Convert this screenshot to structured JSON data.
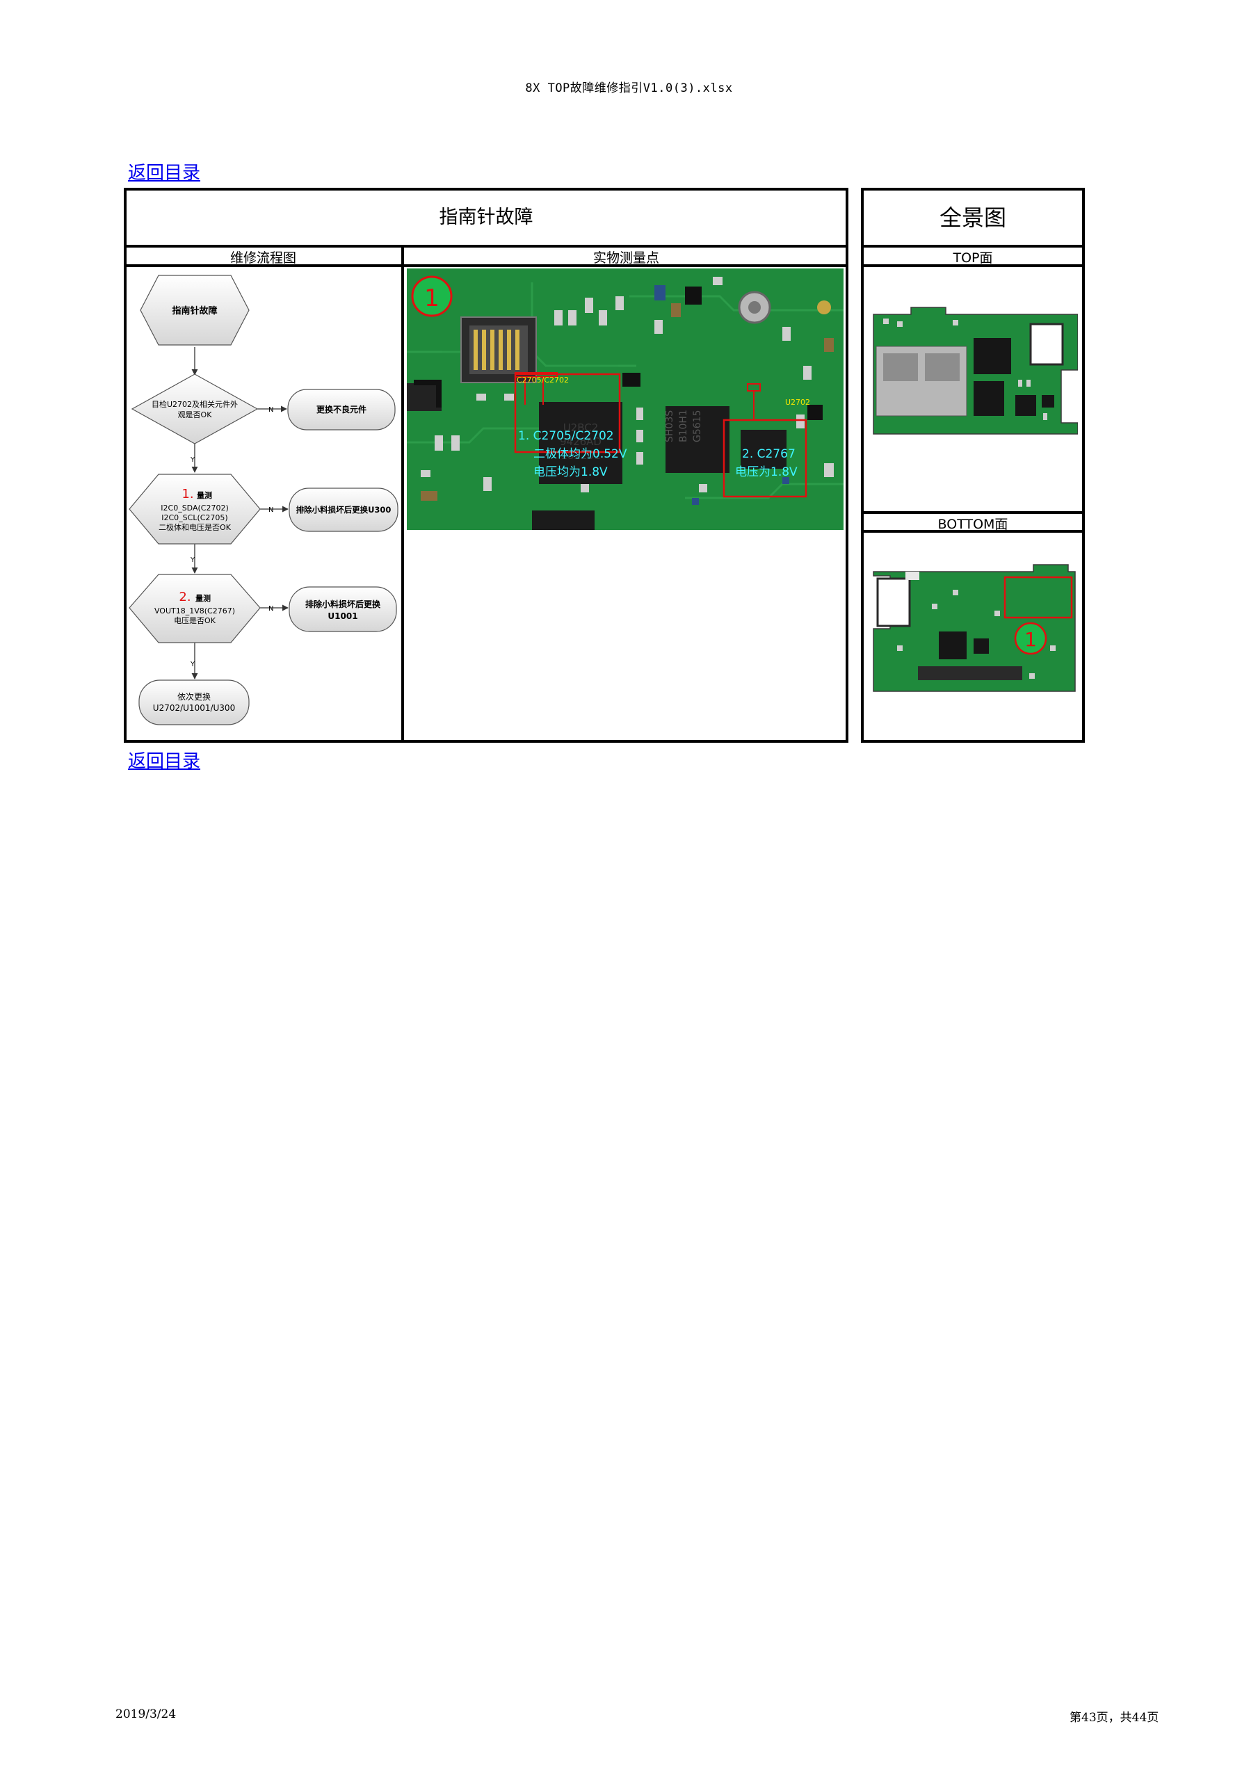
{
  "header": {
    "filename": "8X TOP故障维修指引V1.0(3).xlsx"
  },
  "nav": {
    "back_label": "返回目录"
  },
  "table": {
    "main_title": "指南针故障",
    "panorama_title": "全景图",
    "col_flow": "维修流程图",
    "col_measure": "实物测量点",
    "top_label": "TOP面",
    "bottom_label": "BOTTOM面"
  },
  "flowchart": {
    "start": "指南针故障",
    "step1": [
      "目检U2702及相关元件外",
      "观是否OK"
    ],
    "action1": "更换不良元件",
    "step2_num": "1.",
    "step2_head": "量测",
    "step2": [
      "I2C0_SDA(C2702)",
      "I2C0_SCL(C2705)",
      "二极体和电压是否OK"
    ],
    "action2": "排除小料损坏后更换U300",
    "step3_num": "2.",
    "step3_head": "量测",
    "step3": [
      "VOUT18_1V8(C2767)",
      "电压是否OK"
    ],
    "action3": [
      "排除小料损坏后更换",
      "U1001"
    ],
    "end": [
      "依次更换",
      "U2702/U1001/U300"
    ],
    "no_label": "N",
    "yes_label": "Y"
  },
  "photo": {
    "marker": "1",
    "top_tag": "C2705/C2702",
    "u_tag": "U2702",
    "box1": [
      "1. C2705/C2702",
      "二极体均为0.52V",
      "电压均为1.8V"
    ],
    "box2": [
      "2. C2767",
      "电压为1.8V"
    ],
    "chip_text": [
      "SH03S",
      "B10H1",
      "G5615"
    ],
    "chip_text2": [
      "U2BC2",
      "9426AD",
      "182201"
    ]
  },
  "bottom_marker": "1",
  "footer": {
    "date": "2019/3/24",
    "page": "第43页，共44页"
  },
  "colors": {
    "pcb": "#1f8a3c",
    "annotation_red": "#e01010",
    "annotation_cyan": "#3ff3ff",
    "annotation_yellow": "#f5e800",
    "link": "#0000ee"
  }
}
